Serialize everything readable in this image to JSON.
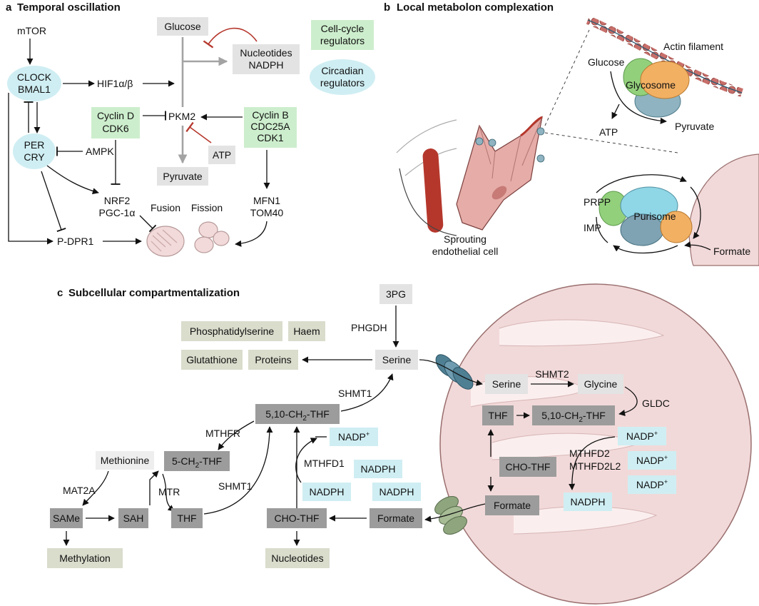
{
  "panels": {
    "a": {
      "letter": "a",
      "title": "Temporal oscillation"
    },
    "b": {
      "letter": "b",
      "title": "Local metabolon complexation"
    },
    "c": {
      "letter": "c",
      "title": "Subcellular compartmentalization"
    }
  },
  "panel_a": {
    "mtor": "mTOR",
    "clock": [
      "CLOCK",
      "BMAL1"
    ],
    "hif": "HIF1α/β",
    "per": [
      "PER",
      "CRY"
    ],
    "ampk": "AMPK",
    "cyclin_d": [
      "Cyclin D",
      "CDK6"
    ],
    "pkm2": "PKM2",
    "cyclin_b": [
      "Cyclin B",
      "CDC25A",
      "CDK1"
    ],
    "glucose": "Glucose",
    "nucleotides_nadph": [
      "Nucleotides",
      "NADPH"
    ],
    "atp": "ATP",
    "pyruvate": "Pyruvate",
    "nrf2": [
      "NRF2",
      "PGC-1α"
    ],
    "mfn1": [
      "MFN1",
      "TOM40"
    ],
    "pdpr1": "P-DPR1",
    "fusion": "Fusion",
    "fission": "Fission",
    "legend_cell_cycle": [
      "Cell-cycle",
      "regulators"
    ],
    "legend_circadian": [
      "Circadian",
      "regulators"
    ]
  },
  "panel_b": {
    "actin": "Actin filament",
    "glucose": "Glucose",
    "glycosome": "Glycosome",
    "atp": "ATP",
    "pyruvate": "Pyruvate",
    "sprouting": [
      "Sprouting",
      "endothelial cell"
    ],
    "prpp": "PRPP",
    "purisome": "Purisome",
    "imp": "IMP",
    "formate": "Formate"
  },
  "panel_c": {
    "pg3": "3PG",
    "phgdh": "PHGDH",
    "phosphatidylserine": "Phosphatidylserine",
    "haem": "Haem",
    "glutathione": "Glutathione",
    "proteins": "Proteins",
    "serine": "Serine",
    "shmt1_top": "SHMT1",
    "ch2thf": {
      "base": "5,10-CH",
      "sub": "2",
      "tail": "-THF"
    },
    "mthfr": "MTHFR",
    "nadpp": {
      "base": "NADP",
      "sup": "+"
    },
    "methionine": "Methionine",
    "ch2thf5": {
      "base": "5-CH",
      "sub": "2",
      "tail": "-THF"
    },
    "mthfd1": "MTHFD1",
    "nadph_a": "NADPH",
    "nadph_b": "NADPH",
    "nadph_c": "NADPH",
    "mat2a": "MAT2A",
    "mtr": "MTR",
    "shmt1_mid": "SHMT1",
    "same": "SAMe",
    "sah": "SAH",
    "thf": "THF",
    "chothf": "CHO-THF",
    "formate": "Formate",
    "methylation": "Methylation",
    "nucleotides": "Nucleotides",
    "mito_serine": "Serine",
    "shmt2": "SHMT2",
    "glycine": "Glycine",
    "gldc": "GLDC",
    "mito_thf": "THF",
    "mito_ch2thf": {
      "base": "5,10-CH",
      "sub": "2",
      "tail": "-THF"
    },
    "mito_nadpp_1": {
      "base": "NADP",
      "sup": "+"
    },
    "mito_nadpp_2": {
      "base": "NADP",
      "sup": "+"
    },
    "mito_nadpp_3": {
      "base": "NADP",
      "sup": "+"
    },
    "mito_chothf": "CHO-THF",
    "mthfd2": [
      "MTHFD2",
      "MTHFD2L2"
    ],
    "mito_formate": "Formate",
    "mito_nadph": "NADPH"
  },
  "colors": {
    "circadian_oval": "#cfeef3",
    "cell_cycle_box": "#cdeecd",
    "metabolite_grey": "#e3e3e3",
    "product_olive": "#dadccc",
    "folate_dark": "#9c9c9c",
    "cofactor_cyan": "#cfeef3",
    "mitochondrion": "#f2d9d9",
    "inhibition_red": "#b5372c"
  }
}
